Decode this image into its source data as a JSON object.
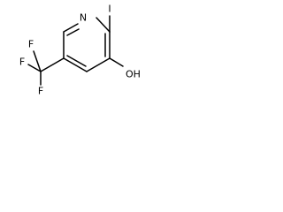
{
  "molecule": {
    "atoms": {
      "ring_nitrogen": "N",
      "iodine": "I",
      "hydroxyl": "OH",
      "fluorine_1": "F",
      "fluorine_2": "F",
      "fluorine_3": "F"
    },
    "colors": {
      "bond": "#000000",
      "label": "#000000",
      "background": "#ffffff"
    }
  }
}
